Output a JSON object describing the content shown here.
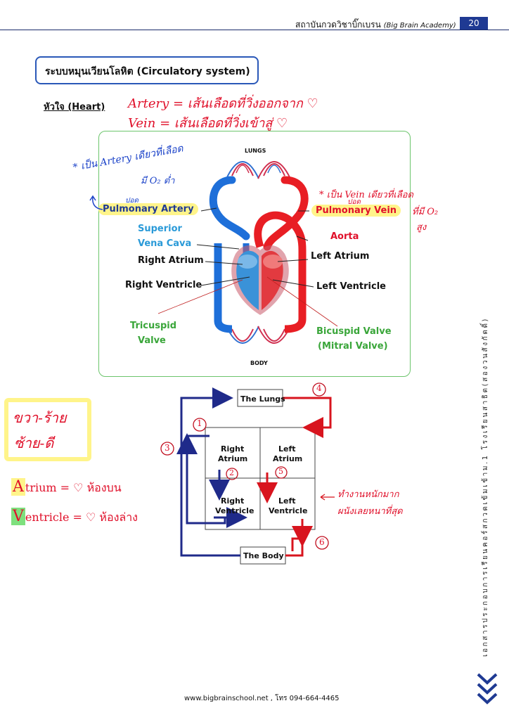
{
  "header": {
    "institute": "สถาบันกวดวิชาบิ๊กเบรน",
    "institute_en": "(Big Brain Academy)",
    "page_number": "20"
  },
  "title": "ระบบหมุนเวียนโลหิต (Circulatory system)",
  "heart_label": "หัวใจ (Heart)",
  "notes": {
    "artery_line": "Artery  =  เส้นเลือดที่วิ่งออกจาก ♡",
    "vein_line": "Vein     =  เส้นเลือดที่วิ่งเข้าสู่  ♡",
    "left_note_1": "* เป็น Artery เดียวที่เลือด",
    "left_note_2": "มี O₂ ต่ำ",
    "right_note_1": "* เป็น Vein เดียวที่เลือด",
    "right_note_2": "ที่มี O₂",
    "right_note_3": "สูง",
    "pod_left": "ปอด",
    "pod_right": "ปอด"
  },
  "diagram": {
    "lungs": "LUNGS",
    "body": "BODY",
    "pulmonary_artery": "Pulmonary Artery",
    "pulmonary_vein": "Pulmonary Vein",
    "superior": "Superior",
    "vena_cava": "Vena Cava",
    "aorta": "Aorta",
    "right_atrium": "Right Atrium",
    "left_atrium": "Left Atrium",
    "right_ventricle": "Right Ventricle",
    "left_ventricle": "Left Ventricle",
    "tricuspid_1": "Tricuspid",
    "tricuspid_2": "Valve",
    "bicuspid_1": "Bicuspid Valve",
    "bicuspid_2": "(Mitral Valve)"
  },
  "flow": {
    "the_lungs": "The Lungs",
    "the_body": "The Body",
    "ra_1": "Right",
    "ra_2": "Atrium",
    "la_1": "Left",
    "la_2": "Atrium",
    "rv_1": "Right",
    "rv_2": "Ventricle",
    "lv_1": "Left",
    "lv_2": "Ventricle",
    "n1": "1",
    "n2": "2",
    "n3": "3",
    "n4": "4",
    "n5": "5",
    "n6": "6",
    "lv_note_1": "ทำงานหนักมาก",
    "lv_note_2": "ผนังเลยหนาที่สุด"
  },
  "memo": {
    "line1": "ขวา-ร้าย",
    "line2": "ซ้าย-ดี",
    "atrium_letter": "A",
    "atrium_rest": "trium = ♡ ห้องบน",
    "ventricle_letter": "V",
    "ventricle_rest": "entricle = ♡ ห้องล่าง"
  },
  "side_text": "เอกสารประกอบการเรียนคอร์สกวดเข้มเข้าม.1 โรงเรียนสาธิต(สองวนสังกัดดิ์)",
  "footer": "www.bigbrainschool.net , โทร 094-664-4465",
  "colors": {
    "red": "#e0102a",
    "blue": "#1d44c9",
    "navy": "#1f3a93",
    "oxy": "#e81e24",
    "deoxy": "#1e6fd9",
    "highlight": "#fff48a",
    "green": "#3aa63a"
  }
}
